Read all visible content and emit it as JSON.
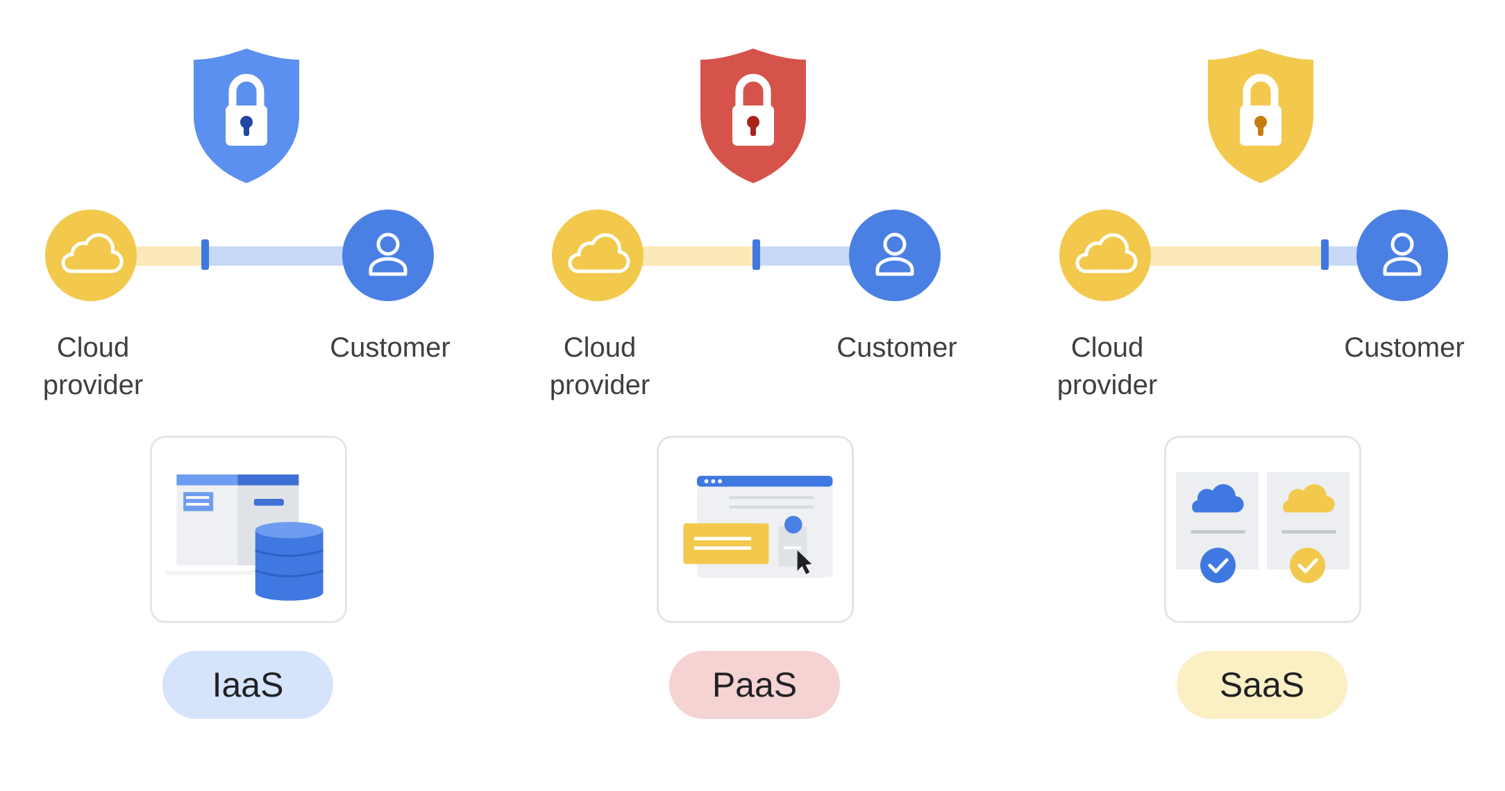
{
  "colors": {
    "blue": "#4a7fe3",
    "red": "#d5534a",
    "yellow": "#f2c94c",
    "provider_line": "#fbe9b7",
    "customer_line": "#c8d9f8",
    "tick": "#3f78e0"
  },
  "models": [
    {
      "name": "IaaS",
      "shield_color": "#5b8ff0",
      "pill_color": "#d5e3fb",
      "shared_boundary": 0.4,
      "provider_label": "Cloud\nprovider",
      "customer_label": "Customer",
      "provider_icon": "cloud-icon",
      "customer_icon": "person-icon",
      "card_icon": "infrastructure-server-database-icon"
    },
    {
      "name": "PaaS",
      "shield_color": "#d5534a",
      "pill_color": "#f4d3d2",
      "shared_boundary": 0.55,
      "provider_label": "Cloud\nprovider",
      "customer_label": "Customer",
      "provider_icon": "cloud-icon",
      "customer_icon": "person-icon",
      "card_icon": "platform-browser-window-icon"
    },
    {
      "name": "SaaS",
      "shield_color": "#f2c94c",
      "pill_color": "#fbefc4",
      "shared_boundary": 0.82,
      "provider_label": "Cloud\nprovider",
      "customer_label": "Customer",
      "provider_icon": "cloud-icon",
      "customer_icon": "person-icon",
      "card_icon": "software-apps-check-icon"
    }
  ]
}
